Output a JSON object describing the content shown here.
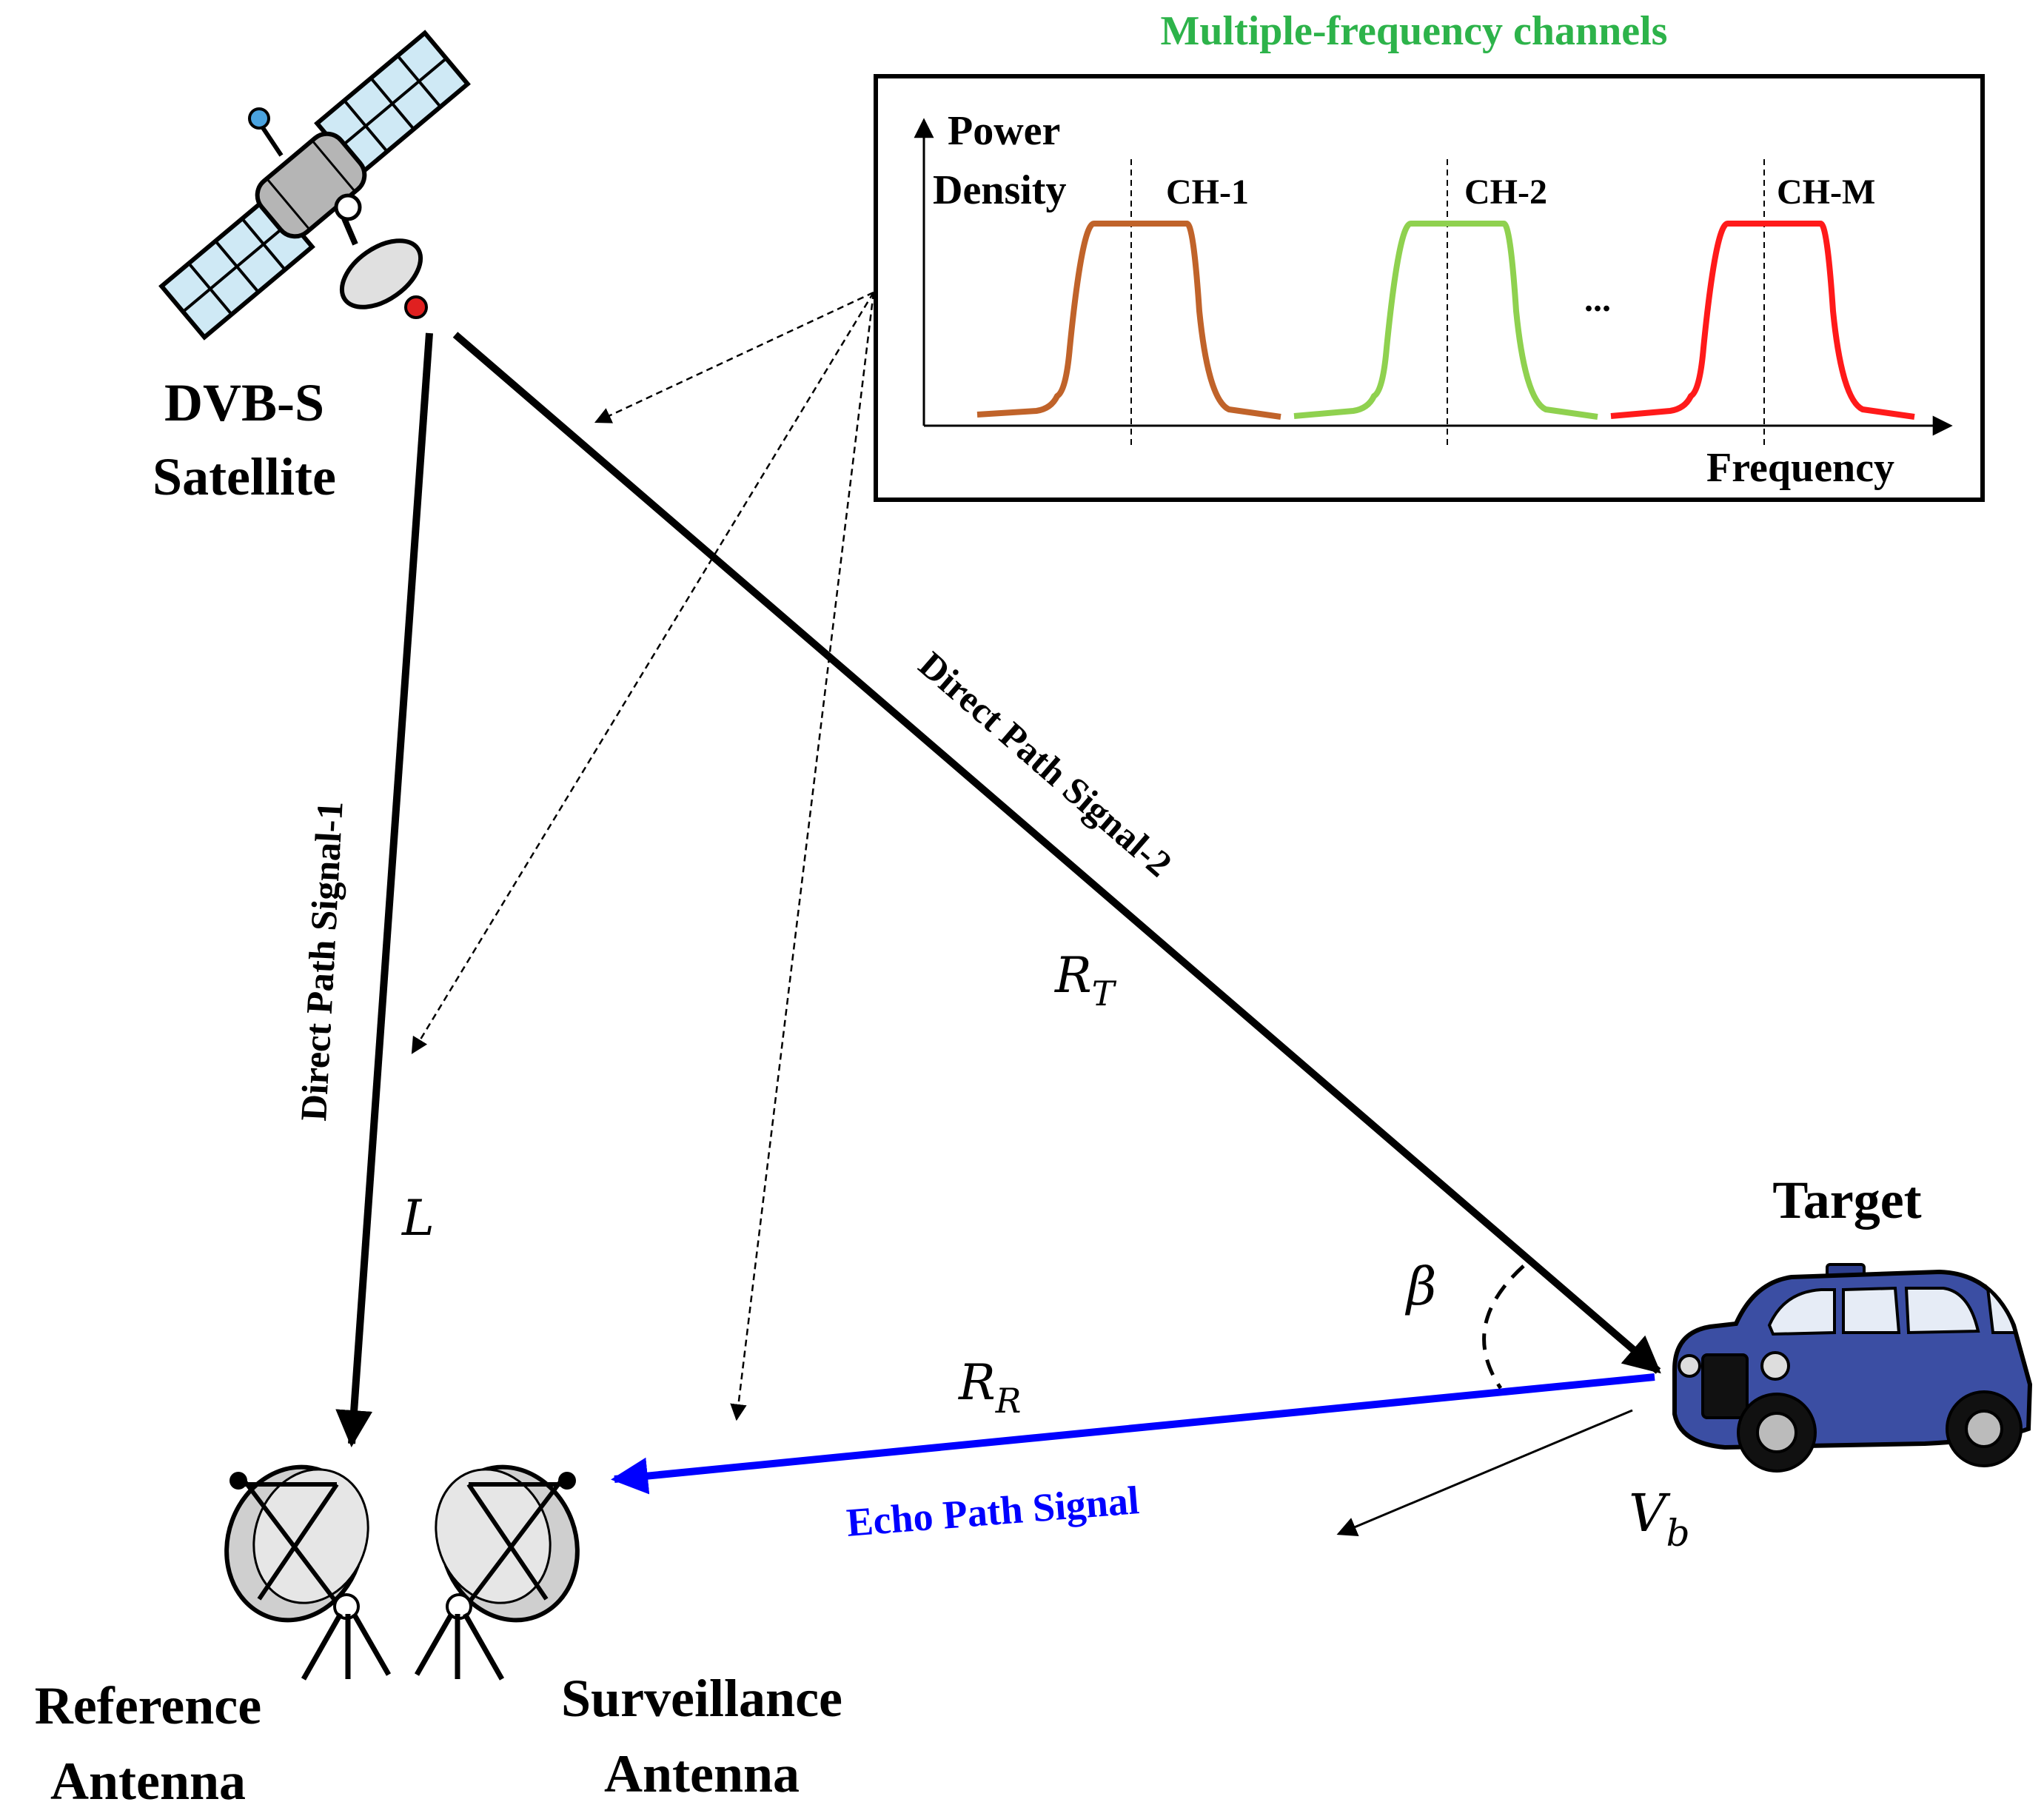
{
  "inset": {
    "title": "Multiple-frequency channels",
    "y_axis_label_line1": "Power",
    "y_axis_label_line2": "Density",
    "x_axis_label": "Frequency",
    "channels": [
      {
        "label": "CH-1",
        "color": "#c0632a"
      },
      {
        "label": "CH-2",
        "color": "#8fd14f"
      },
      {
        "label": "CH-M",
        "color": "#ff1a1a"
      }
    ],
    "ellipsis": "..."
  },
  "satellite": {
    "label_line1": "DVB-S",
    "label_line2": "Satellite",
    "icon": "satellite-icon"
  },
  "target": {
    "label": "Target",
    "icon": "taxi-car-icon"
  },
  "reference_antenna": {
    "label_line1": "Reference",
    "label_line2": "Antenna",
    "icon": "dish-antenna-icon"
  },
  "surveillance_antenna": {
    "label_line1": "Surveillance",
    "label_line2": "Antenna",
    "icon": "dish-antenna-icon"
  },
  "paths": {
    "direct_1": "Direct Path Signal-1",
    "direct_2": "Direct Path Signal-2",
    "echo": "Echo Path Signal",
    "echo_color": "#0000ff"
  },
  "symbols": {
    "L": "L",
    "R_T_base": "R",
    "R_T_sub": "T",
    "R_R_base": "R",
    "R_R_sub": "R",
    "beta": "β",
    "V_b_base": "V",
    "V_b_sub": "b"
  }
}
